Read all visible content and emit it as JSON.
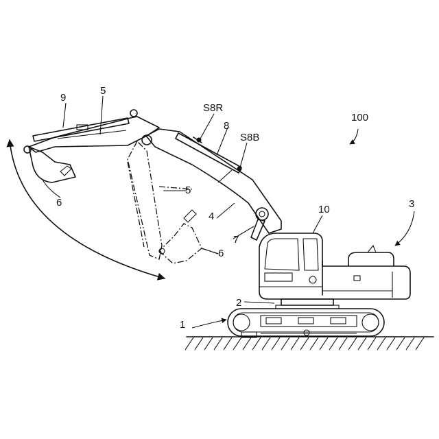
{
  "labels": {
    "l100": "100",
    "l1": "1",
    "l2": "2",
    "l3": "3",
    "l4": "4",
    "l5a": "5",
    "l5b": "5",
    "l6a": "6",
    "l6b": "6",
    "l7": "7",
    "l8": "8",
    "l9": "9",
    "l10": "10",
    "s8r": "S8R",
    "s8b": "S8B"
  },
  "colors": {
    "ink": "#111111",
    "paper": "#ffffff"
  }
}
